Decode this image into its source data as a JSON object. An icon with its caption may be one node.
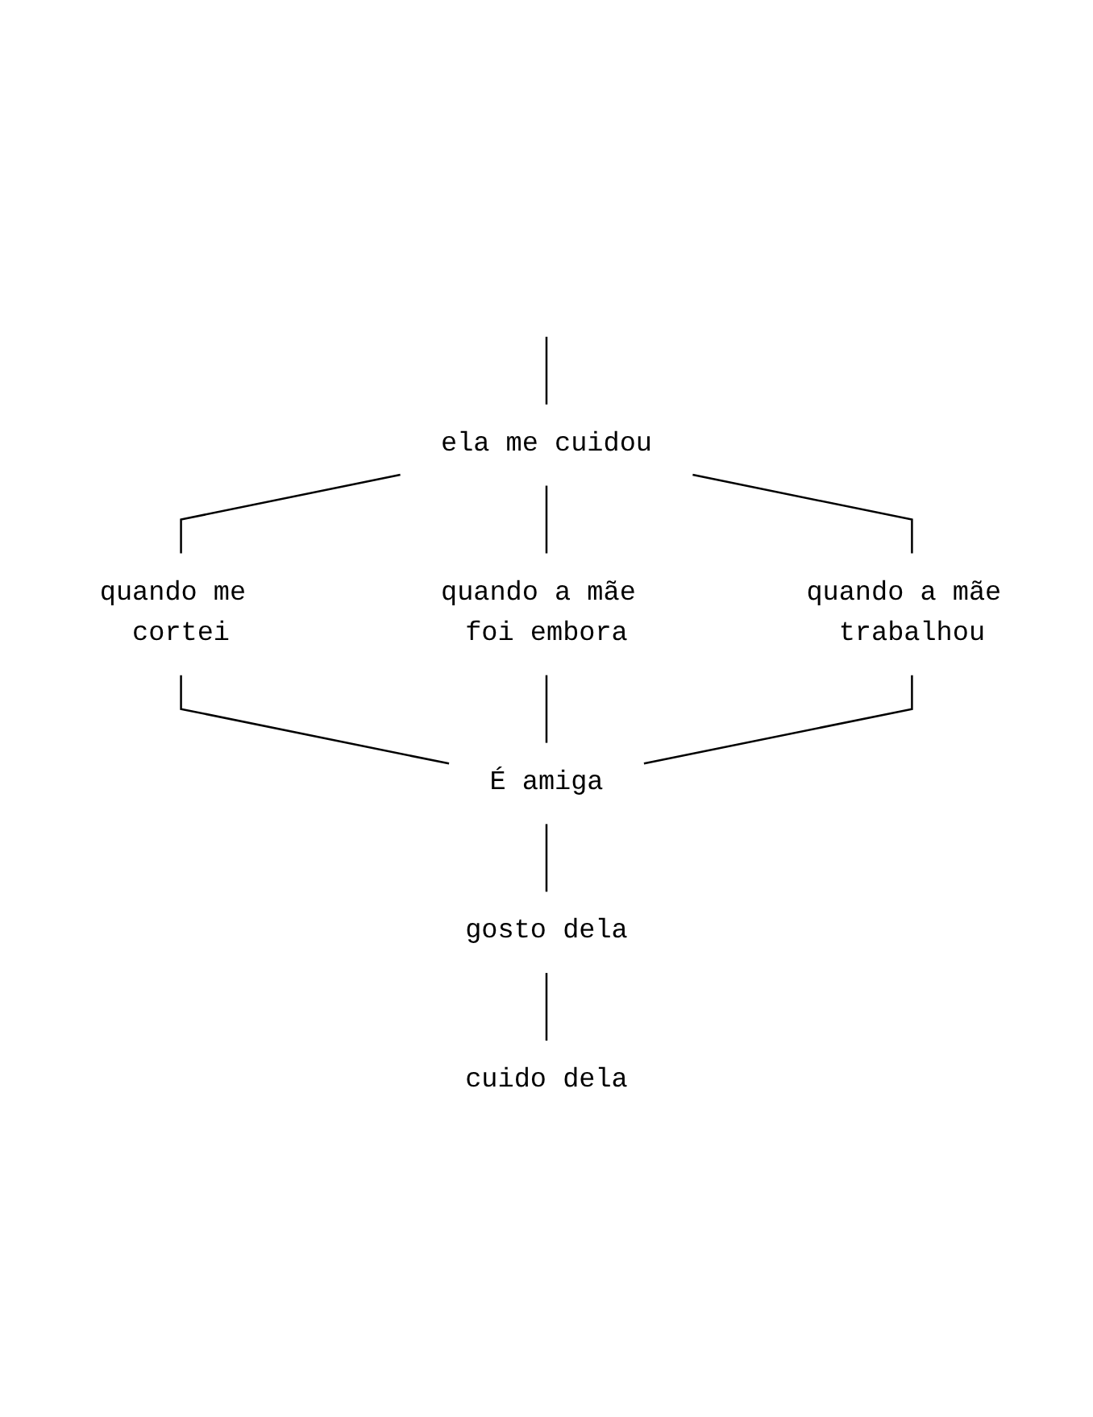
{
  "diagram": {
    "nodes": [
      {
        "text": [
          "ela me cuidou"
        ]
      },
      {
        "text": [
          "quando me cortei"
        ]
      },
      {
        "text": [
          "quando a mãe foi embora"
        ]
      },
      {
        "text": [
          "quando a mãe trabalhou"
        ]
      },
      {
        "text": [
          "É amiga"
        ]
      },
      {
        "text": [
          "gosto dela"
        ]
      },
      {
        "text": [
          "cuido dela"
        ]
      }
    ],
    "edges": [
      {
        "from": null,
        "to": 0,
        "arrow": "none"
      },
      {
        "from": 0,
        "to": 1,
        "arrow": "none"
      },
      {
        "from": 0,
        "to": 2,
        "arrow": "none"
      },
      {
        "from": 0,
        "to": 3,
        "arrow": "none"
      },
      {
        "from": 1,
        "to": 4,
        "arrow": "none"
      },
      {
        "from": 2,
        "to": 4,
        "arrow": "none"
      },
      {
        "from": 3,
        "to": 4,
        "arrow": "none"
      },
      {
        "from": 4,
        "to": 5,
        "arrow": "none"
      },
      {
        "from": 5,
        "to": 6,
        "arrow": "none"
      }
    ]
  }
}
